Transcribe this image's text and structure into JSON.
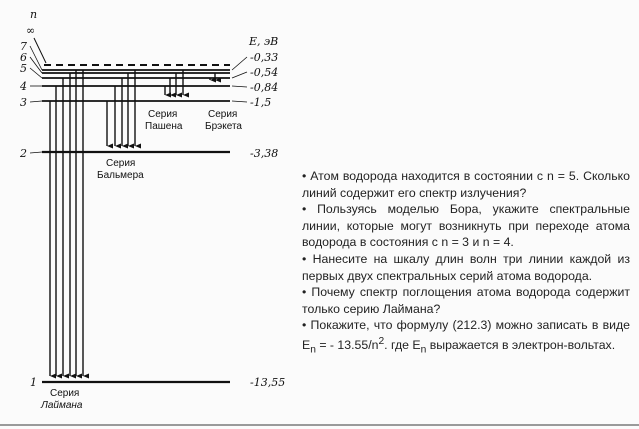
{
  "diagram": {
    "n_label": "n",
    "inf_label": "∞",
    "energy_axis_label": "E, эВ",
    "levels": [
      {
        "n": "7",
        "energy": "-0,33"
      },
      {
        "n": "6",
        "energy": ""
      },
      {
        "n": "5",
        "energy": "-0,54"
      },
      {
        "n": "4",
        "energy": "-0,84"
      },
      {
        "n": "3",
        "energy": "-1,5"
      },
      {
        "n": "2",
        "energy": "-3,38"
      },
      {
        "n": "1",
        "energy": "-13,55"
      }
    ],
    "series": {
      "paschen": [
        "Серия",
        "Пашена"
      ],
      "brackett": [
        "Серия",
        "Брэкета"
      ],
      "balmer": [
        "Серия",
        "Бальмера"
      ],
      "lyman": [
        "Серия",
        "Лаймана"
      ]
    }
  },
  "questions": [
    "• Атом водорода находится в состоянии с n = 5. Сколько линий содержит его спектр излучения?",
    "• Пользуясь моделью Бора, укажите спектральные линии, которые могут возникнуть при переходе атома водорода в состояния с n = 3 и n = 4.",
    "• Нанесите на шкалу длин волн три линии каждой из первых двух спектральных серий атома водорода.",
    "• Почему спектр поглощения атома водорода содержит только серию Лаймана?"
  ],
  "last_question": {
    "prefix": "• Покажите, что формулу (212.3) можно записать в виде E",
    "sub1": "n",
    "middle": " = - 13.55/n",
    "sup": "2",
    "middle2": ". где E",
    "sub2": "n",
    "suffix": " выражается в электрон-вольтах."
  }
}
